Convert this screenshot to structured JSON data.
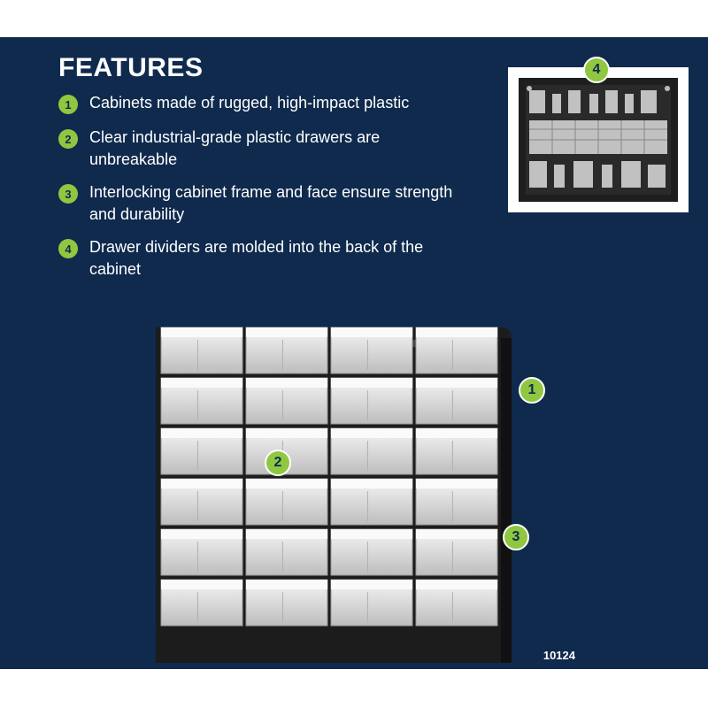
{
  "title": "FEATURES",
  "features": [
    {
      "number": "1",
      "text": "Cabinets made of rugged, high-impact plastic"
    },
    {
      "number": "2",
      "text": "Clear industrial-grade plastic drawers are unbreakable"
    },
    {
      "number": "3",
      "text": "Interlocking cabinet frame and face ensure strength and durability"
    },
    {
      "number": "4",
      "text": "Drawer dividers are molded into the back of the cabinet"
    }
  ],
  "callouts": {
    "inset_badge": "4",
    "frame_badge": "1",
    "drawer_badge": "2",
    "face_badge": "3"
  },
  "model_number": "10124",
  "colors": {
    "background": "#0f2a4d",
    "accent": "#8fc741",
    "text": "#ffffff",
    "cabinet": "#1c1c1c"
  }
}
